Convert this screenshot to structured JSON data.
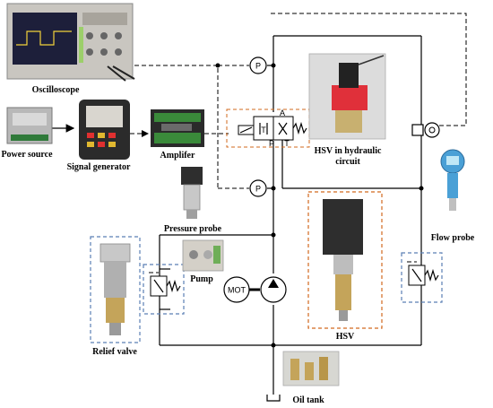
{
  "labels": {
    "oscilloscope": "Oscilloscope",
    "power_source": "Power source",
    "signal_generator": "Signal generator",
    "amplifier": "Amplifer",
    "pressure_probe": "Pressure probe",
    "hsv_in_circuit_line1": "HSV in hydraulic",
    "hsv_in_circuit_line2": "circuit",
    "flow_probe": "Flow probe",
    "pump": "Pump",
    "relief_valve": "Relief valve",
    "hsv": "HSV",
    "oil_tank": "Oil tank"
  },
  "symbols": {
    "pressure_gauge": "P",
    "motor": "MOT",
    "port_a": "A",
    "port_p": "P",
    "port_t": "T",
    "port_t_inner": "T"
  },
  "colors": {
    "hsv_box": "#d2691e",
    "relief_box": "#5b7fb5",
    "valve_red": "#e0303a",
    "oscilloscope_screen": "#1d1f3a"
  },
  "icons": [
    "oscilloscope-icon",
    "power-supply-icon",
    "signal-generator-icon",
    "amplifier-board-icon",
    "pressure-sensor-icon",
    "hsv-valve-photo-icon",
    "flow-meter-icon",
    "pump-icon",
    "relief-valve-icon",
    "hsv-coil-icon",
    "oil-tank-fittings-icon"
  ]
}
